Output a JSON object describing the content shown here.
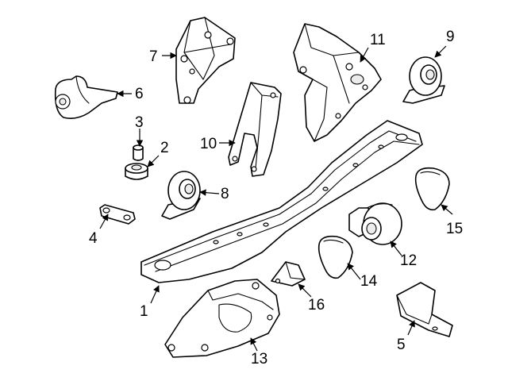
{
  "diagram": {
    "stroke_color": "#000000",
    "fill_color": "#ffffff",
    "callouts": [
      "1",
      "2",
      "3",
      "4",
      "5",
      "6",
      "7",
      "8",
      "9",
      "10",
      "11",
      "12",
      "13",
      "14",
      "15",
      "16"
    ]
  }
}
